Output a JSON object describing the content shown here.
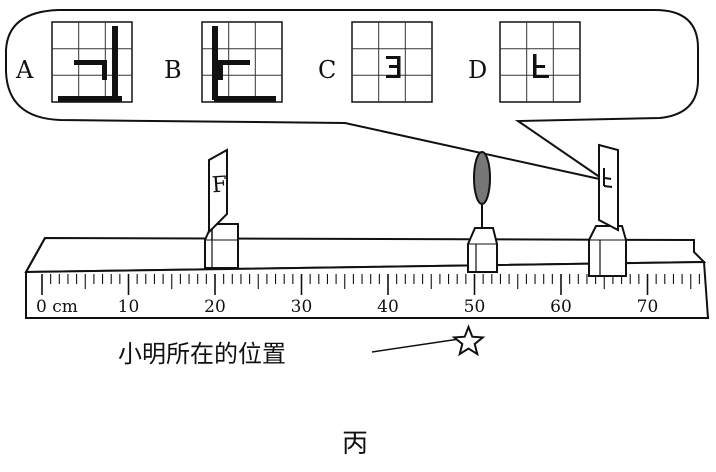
{
  "options": [
    {
      "letter": "A",
      "shape": "A"
    },
    {
      "letter": "B",
      "shape": "B"
    },
    {
      "letter": "C",
      "shape": "C"
    },
    {
      "letter": "D",
      "shape": "D"
    }
  ],
  "ruler": {
    "start": 0,
    "end": 76,
    "unit": "cm",
    "tick_labels": [
      "0 cm",
      "10",
      "20",
      "30",
      "40",
      "50",
      "60",
      "70"
    ]
  },
  "objects": {
    "object_screen_cm": 20,
    "lens_cm": 50,
    "image_screen_cm": 64.5,
    "object_glyph": "F"
  },
  "person": {
    "label": "小明所在的位置",
    "position_cm": 50,
    "marker": "star-icon"
  },
  "figure_label": "丙"
}
